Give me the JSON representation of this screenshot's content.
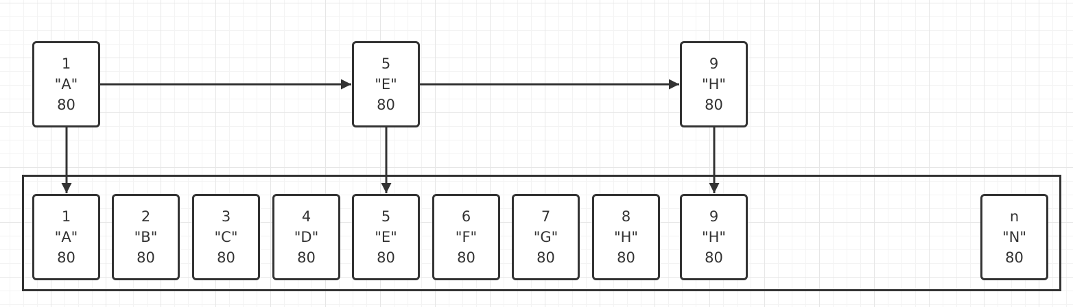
{
  "index_nodes": [
    {
      "id": "1",
      "key": "\"A\"",
      "value": "80"
    },
    {
      "id": "5",
      "key": "\"E\"",
      "value": "80"
    },
    {
      "id": "9",
      "key": "\"H\"",
      "value": "80"
    }
  ],
  "data_nodes": [
    {
      "id": "1",
      "key": "\"A\"",
      "value": "80"
    },
    {
      "id": "2",
      "key": "\"B\"",
      "value": "80"
    },
    {
      "id": "3",
      "key": "\"C\"",
      "value": "80"
    },
    {
      "id": "4",
      "key": "\"D\"",
      "value": "80"
    },
    {
      "id": "5",
      "key": "\"E\"",
      "value": "80"
    },
    {
      "id": "6",
      "key": "\"F\"",
      "value": "80"
    },
    {
      "id": "7",
      "key": "\"G\"",
      "value": "80"
    },
    {
      "id": "8",
      "key": "\"H\"",
      "value": "80"
    },
    {
      "id": "9",
      "key": "\"H\"",
      "value": "80"
    },
    {
      "id": "n",
      "key": "\"N\"",
      "value": "80"
    }
  ],
  "colors": {
    "stroke": "#333333",
    "fill": "#ffffff",
    "grid": "#e6e6e6"
  }
}
